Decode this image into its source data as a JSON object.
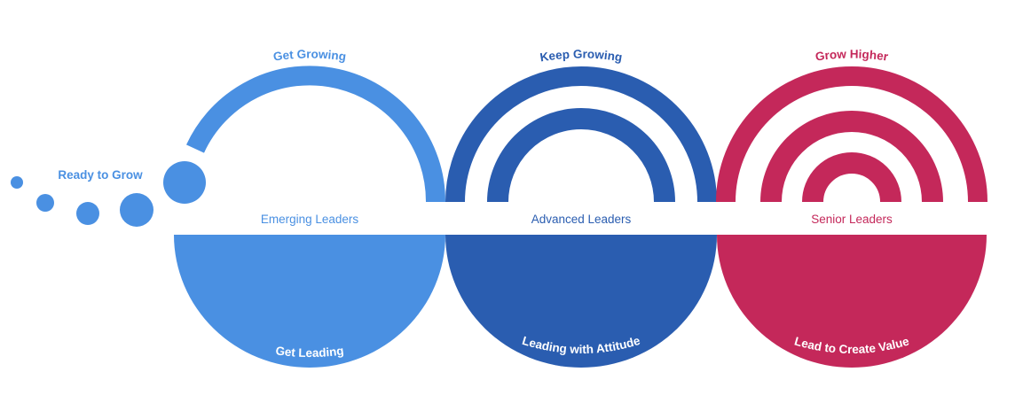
{
  "colors": {
    "light_blue": "#4A90E2",
    "dark_blue": "#2A5DB0",
    "crimson": "#C4285A"
  },
  "intro": {
    "label": "Ready to Grow"
  },
  "stages": [
    {
      "top_label": "Get Growing",
      "middle_label": "Emerging Leaders",
      "bottom_label": "Get Leading",
      "arc_count": 1
    },
    {
      "top_label": "Keep Growing",
      "middle_label": "Advanced Leaders",
      "bottom_label": "Leading with Attitude",
      "arc_count": 2
    },
    {
      "top_label": "Grow Higher",
      "middle_label": "Senior Leaders",
      "bottom_label": "Lead to Create Value",
      "arc_count": 3
    }
  ]
}
